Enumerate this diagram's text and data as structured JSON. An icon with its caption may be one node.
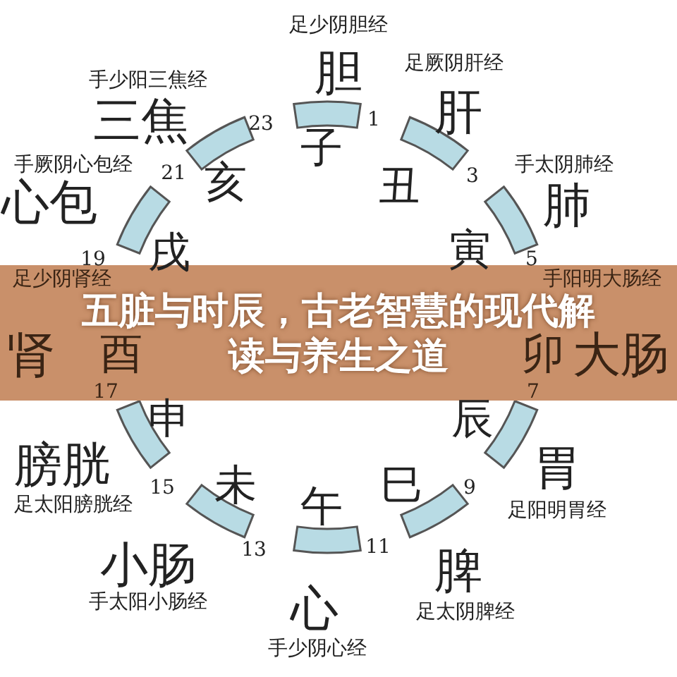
{
  "diagram": {
    "title": "五脏与时辰，古老智慧的现代解读与养生之道",
    "labels": [
      "足少阴胆经",
      "胆",
      "足厥阴肝经",
      "手少阳三焦经",
      "三焦",
      "23",
      "1",
      "肝",
      "子",
      "手厥阴心包经",
      "21",
      "手太阴肺经",
      "3",
      "亥",
      "丑",
      "心包",
      "肺",
      "戌",
      "寅",
      "19",
      "5",
      "足少阴肾经",
      "手阳明大肠经",
      "肾",
      "酉",
      "卯",
      "大肠",
      "17",
      "7",
      "申",
      "辰",
      "膀胱",
      "15",
      "未",
      "巳",
      "9",
      "胃",
      "足太阳膀胱经",
      "午",
      "足阳明胃经",
      "13",
      "11",
      "小肠",
      "脾",
      "手太阳小肠经",
      "心",
      "足太阴脾经",
      "手少阴心经"
    ]
  }
}
